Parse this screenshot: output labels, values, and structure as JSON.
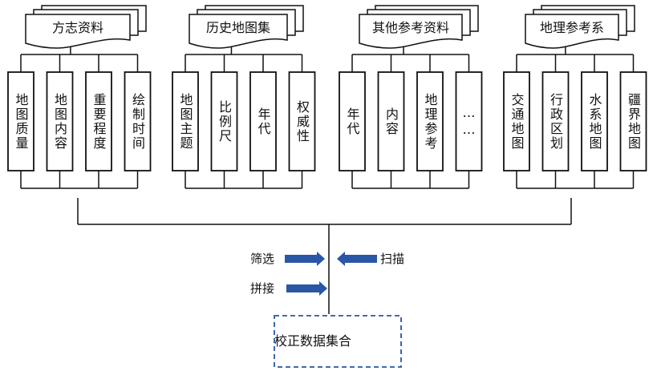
{
  "diagram": {
    "groups": [
      {
        "title": "方志资料",
        "items": [
          "地图质量",
          "地图内容",
          "重要程度",
          "绘制时间"
        ]
      },
      {
        "title": "历史地图集",
        "items": [
          "地图主题",
          "比例尺",
          "年代",
          "权威性"
        ]
      },
      {
        "title": "其他参考资料",
        "items": [
          "年代",
          "内容",
          "地理参考",
          "……"
        ]
      },
      {
        "title": "地理参考系",
        "items": [
          "交通地图",
          "行政区划",
          "水系地图",
          "疆界地图"
        ]
      }
    ],
    "operations": {
      "left": [
        "筛选",
        "拼接"
      ],
      "right": [
        "扫描"
      ]
    },
    "result": "校正数据集合",
    "colors": {
      "line": "#111111",
      "arrow": "#2a56a6",
      "result_border": "#2a56a6"
    }
  }
}
